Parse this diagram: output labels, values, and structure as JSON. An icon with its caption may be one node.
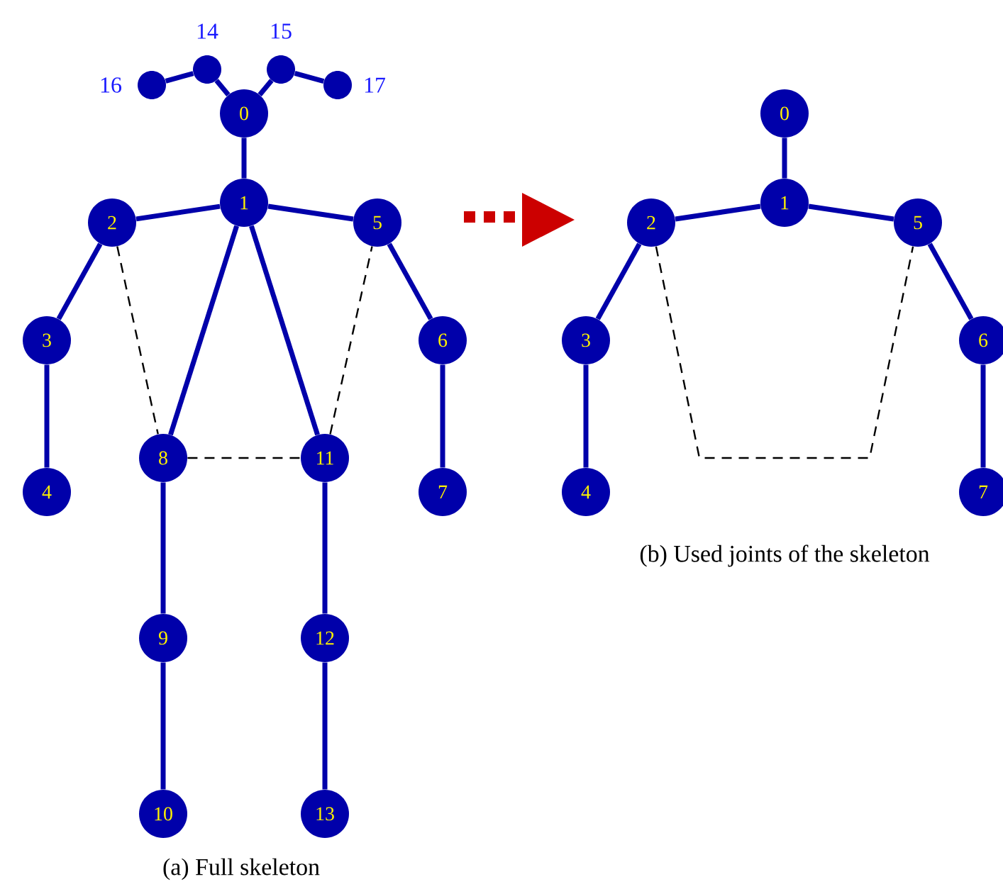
{
  "diagram": {
    "nodes": [
      {
        "text": [
          "0"
        ]
      },
      {
        "text": [
          "1"
        ]
      },
      {
        "text": [
          "2"
        ]
      },
      {
        "text": [
          "3"
        ]
      },
      {
        "text": [
          "4"
        ]
      },
      {
        "text": [
          "5"
        ]
      },
      {
        "text": [
          "6"
        ]
      },
      {
        "text": [
          "7"
        ]
      },
      {
        "text": [
          "8"
        ]
      },
      {
        "text": [
          "9"
        ]
      },
      {
        "text": [
          "10"
        ]
      },
      {
        "text": [
          "11"
        ]
      },
      {
        "text": [
          "12"
        ]
      },
      {
        "text": [
          "13"
        ]
      },
      {
        "text": [],
        "shape": "circle",
        "beside": [
          "14"
        ]
      },
      {
        "text": [],
        "shape": "circle",
        "beside": [
          "15"
        ]
      },
      {
        "text": [],
        "shape": "circle",
        "beside": [
          "16"
        ]
      },
      {
        "text": [],
        "shape": "circle",
        "beside": [
          "17"
        ]
      },
      {
        "text": [
          "0"
        ]
      },
      {
        "text": [
          "1"
        ]
      },
      {
        "text": [
          "2"
        ]
      },
      {
        "text": [
          "3"
        ]
      },
      {
        "text": [
          "4"
        ]
      },
      {
        "text": [
          "5"
        ]
      },
      {
        "text": [
          "6"
        ]
      },
      {
        "text": [
          "7"
        ]
      }
    ],
    "edges": [
      {
        "from": 0,
        "to": 1,
        "arrow": "none"
      },
      {
        "from": 0,
        "to": 14,
        "arrow": "none"
      },
      {
        "from": 14,
        "to": 16,
        "arrow": "none"
      },
      {
        "from": 0,
        "to": 15,
        "arrow": "none"
      },
      {
        "from": 15,
        "to": 17,
        "arrow": "none"
      },
      {
        "from": 1,
        "to": 2,
        "arrow": "none"
      },
      {
        "from": 2,
        "to": 3,
        "arrow": "none"
      },
      {
        "from": 3,
        "to": 4,
        "arrow": "none"
      },
      {
        "from": 1,
        "to": 5,
        "arrow": "none"
      },
      {
        "from": 5,
        "to": 6,
        "arrow": "none"
      },
      {
        "from": 6,
        "to": 7,
        "arrow": "none"
      },
      {
        "from": 1,
        "to": 8,
        "arrow": "none"
      },
      {
        "from": 8,
        "to": 9,
        "arrow": "none"
      },
      {
        "from": 9,
        "to": 10,
        "arrow": "none"
      },
      {
        "from": 1,
        "to": 11,
        "arrow": "none"
      },
      {
        "from": 11,
        "to": 12,
        "arrow": "none"
      },
      {
        "from": 12,
        "to": 13,
        "arrow": "none"
      },
      {
        "from": 2,
        "to": 8,
        "arrow": "none",
        "style": "dashed",
        "color": "#000000"
      },
      {
        "from": 8,
        "to": 11,
        "arrow": "none",
        "style": "dashed",
        "color": "#000000"
      },
      {
        "from": 11,
        "to": 5,
        "arrow": "none",
        "style": "dashed",
        "color": "#000000"
      },
      {
        "from": 18,
        "to": 19,
        "arrow": "none"
      },
      {
        "from": 19,
        "to": 20,
        "arrow": "none"
      },
      {
        "from": 20,
        "to": 21,
        "arrow": "none"
      },
      {
        "from": 21,
        "to": 22,
        "arrow": "none"
      },
      {
        "from": 19,
        "to": 23,
        "arrow": "none"
      },
      {
        "from": 23,
        "to": 24,
        "arrow": "none"
      },
      {
        "from": 24,
        "to": 25,
        "arrow": "none"
      },
      {
        "from": 20,
        "to": 23,
        "arrow": "none",
        "style": "dashed",
        "color": "#000000"
      }
    ],
    "labels": [
      "(b) Used joints of the skeleton",
      "(a) Full skeleton"
    ]
  }
}
